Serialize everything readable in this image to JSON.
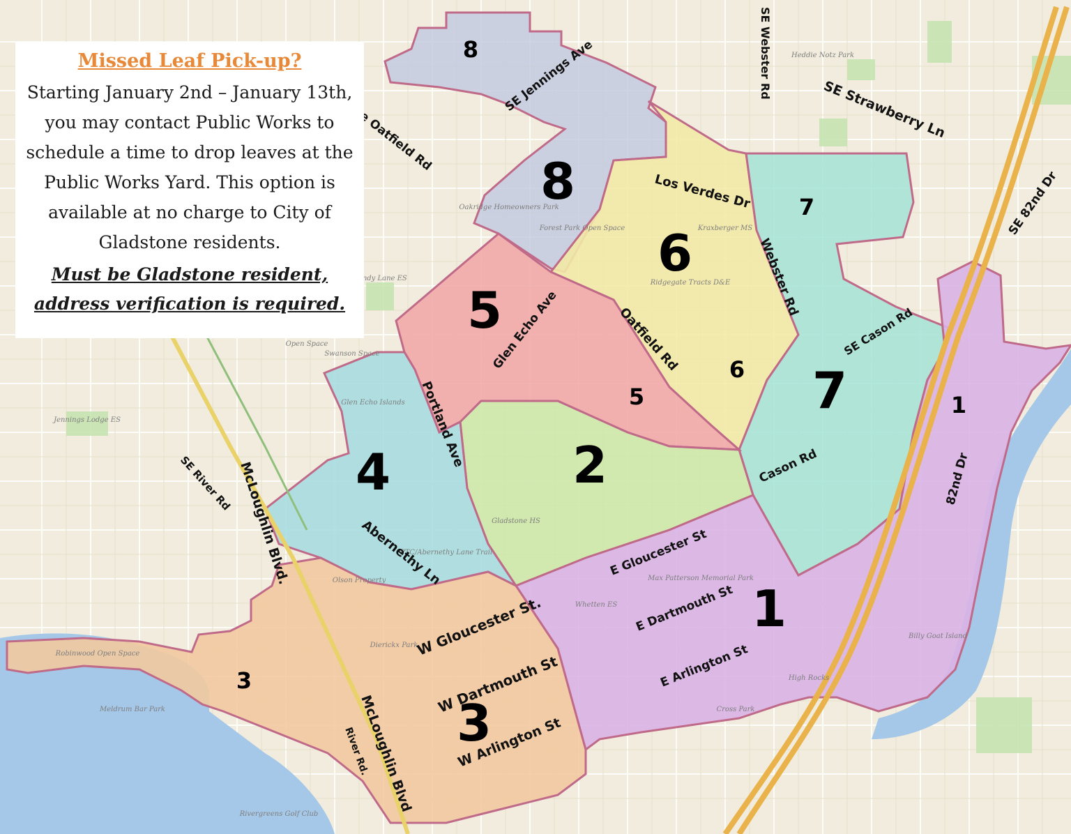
{
  "notice": {
    "title": "Missed Leaf  Pick-up?",
    "body": "Starting January 2nd – January 13th, you may contact Public Works to schedule a time to drop leaves at the Public Works Yard. This option is available at no charge to City of Gladstone residents.",
    "warning_line1": "Must be Gladstone resident,",
    "warning_line2": "address verification is required."
  },
  "zones": [
    {
      "number": "1",
      "color": "#d9b3e6"
    },
    {
      "number": "2",
      "color": "#cde8a8"
    },
    {
      "number": "3",
      "color": "#f2c9a0"
    },
    {
      "number": "4",
      "color": "#a9dde0"
    },
    {
      "number": "5",
      "color": "#f1aaa8"
    },
    {
      "number": "6",
      "color": "#f2e9a6"
    },
    {
      "number": "7",
      "color": "#a8e3d6"
    },
    {
      "number": "8",
      "color": "#c4cbe0"
    }
  ],
  "zone_labels": {
    "z1_big": "1",
    "z1_small": "1",
    "z2_big": "2",
    "z3_big": "3",
    "z3_small": "3",
    "z4_big": "4",
    "z5_big": "5",
    "z5_small": "5",
    "z6_big": "6",
    "z6_small": "6",
    "z7_big": "7",
    "z7_small": "7",
    "z8_big": "8",
    "z8_small": "8"
  },
  "streets": {
    "jennings": "SE Jennings Ave",
    "oatfield_nw": "e Oatfield Rd",
    "webster_se": "SE Webster Rd",
    "strawberry": "SE Strawberry Ln",
    "se82nd": "SE 82nd Dr",
    "los_verdes": "Los Verdes Dr",
    "webster": "Webster Rd",
    "cason_se": "SE Cason Rd",
    "glen_echo": "Glen Echo Ave",
    "oatfield": "Oatfield Rd",
    "portland": "Portland Ave",
    "cason": "Cason Rd",
    "dr82nd": "82nd Dr",
    "mcloughlin_blvd_dot": "McLoughlin Blvd.",
    "se_river": "SE River Rd",
    "abernethy": "Abernethy Ln",
    "e_gloucester": "E Gloucester St",
    "w_gloucester": "W Gloucester  St.",
    "e_dartmouth": "E Dartmouth St",
    "w_dartmouth": "W Dartmouth St",
    "e_arlington": "E Arlington St",
    "w_arlington": "W Arlington St",
    "mcloughlin_blvd": "McLoughlin Blvd",
    "river_rd": "River Rd."
  },
  "places": {
    "heddie": "Heddie Notz Park",
    "oakridge": "Oakridge Homeowners Park",
    "forest_park": "Forest Park Open Space",
    "kraxberger": "Kraxberger MS",
    "ridgegate": "Ridgegate Tracts D&E",
    "candy_lane": "Candy Lane ES",
    "open_space": "Open Space",
    "swanson": "Swanson Space",
    "glen_echo_islands": "Glen Echo Islands",
    "jennings_lodge": "Jennings Lodge ES",
    "gladstone_hs": "Gladstone HS",
    "trail": "PTC/Abernethy Lane Trail",
    "olson": "Olson Property",
    "max_patterson": "Max Patterson Memorial Park",
    "whetten": "Whetten ES",
    "dierickx": "Dierickx Park",
    "robinwood": "Robinwood Open Space",
    "meldrum": "Meldrum Bar Park",
    "rivergreens": "Rivergreens Golf Club",
    "cross_park": "Cross Park",
    "high_rocks": "High Rocks",
    "billy_goat": "Billy Goat Island"
  }
}
